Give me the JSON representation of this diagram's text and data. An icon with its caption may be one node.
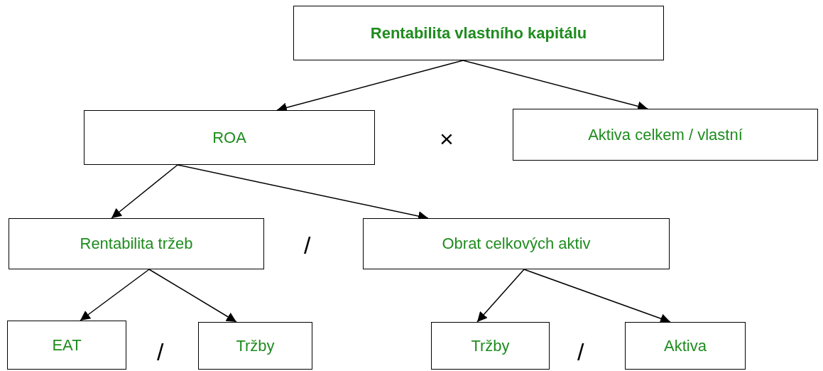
{
  "diagram": {
    "nodes": [
      {
        "text": [
          "Rentabilita vlastního kapitálu"
        ]
      },
      {
        "text": [
          "ROA"
        ]
      },
      {
        "text": [
          "Aktiva celkem / vlastní"
        ]
      },
      {
        "text": [
          "Rentabilita tržeb"
        ]
      },
      {
        "text": [
          "Obrat celkových aktiv"
        ]
      },
      {
        "text": [
          "EAT"
        ]
      },
      {
        "text": [
          "Tržby"
        ]
      },
      {
        "text": [
          "Tržby"
        ]
      },
      {
        "text": [
          "Aktiva"
        ]
      }
    ],
    "edges": [
      {
        "from": 0,
        "to": 1,
        "arrow": "to"
      },
      {
        "from": 0,
        "to": 2,
        "arrow": "to"
      },
      {
        "from": 1,
        "to": 3,
        "arrow": "to"
      },
      {
        "from": 1,
        "to": 4,
        "arrow": "to"
      },
      {
        "from": 3,
        "to": 5,
        "arrow": "to"
      },
      {
        "from": 3,
        "to": 6,
        "arrow": "to"
      },
      {
        "from": 4,
        "to": 7,
        "arrow": "to"
      },
      {
        "from": 4,
        "to": 8,
        "arrow": "to"
      }
    ],
    "labels": [
      "×",
      "/",
      "/",
      "/"
    ]
  }
}
